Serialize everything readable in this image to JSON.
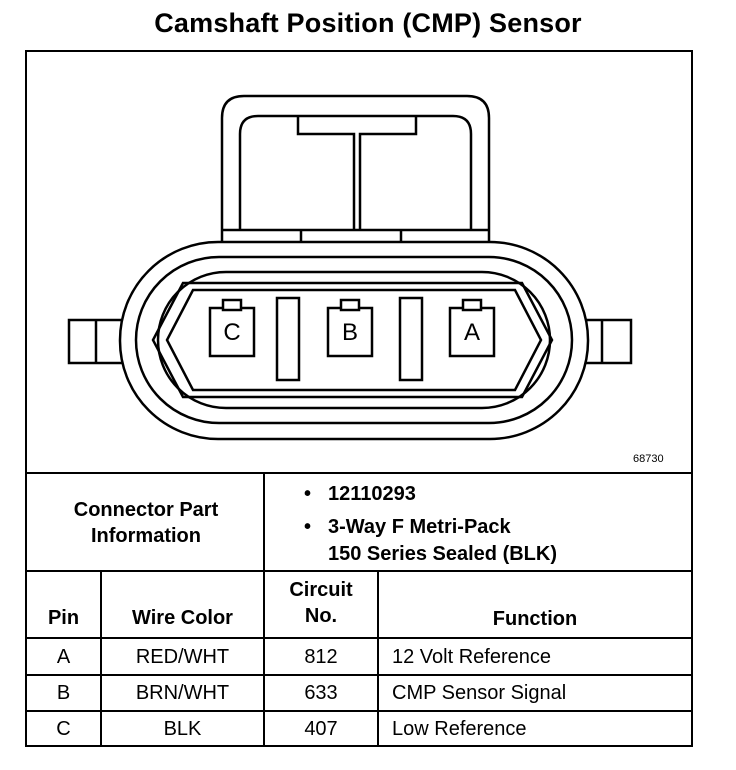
{
  "title": "Camshaft Position (CMP) Sensor",
  "drawing_id": "68730",
  "connector": {
    "pins": [
      "C",
      "B",
      "A"
    ]
  },
  "connector_info": {
    "label_line1": "Connector Part",
    "label_line2": "Information",
    "items": [
      {
        "lines": [
          "12110293"
        ]
      },
      {
        "lines": [
          "3-Way F Metri-Pack",
          "150 Series Sealed (BLK)"
        ]
      }
    ]
  },
  "table": {
    "headers": {
      "pin": "Pin",
      "wire_color": "Wire Color",
      "circuit_line1": "Circuit",
      "circuit_line2": "No.",
      "function": "Function"
    },
    "rows": [
      {
        "pin": "A",
        "wire_color": "RED/WHT",
        "circuit": "812",
        "function": "12 Volt Reference"
      },
      {
        "pin": "B",
        "wire_color": "BRN/WHT",
        "circuit": "633",
        "function": "CMP Sensor Signal"
      },
      {
        "pin": "C",
        "wire_color": "BLK",
        "circuit": "407",
        "function": "Low Reference"
      }
    ]
  }
}
